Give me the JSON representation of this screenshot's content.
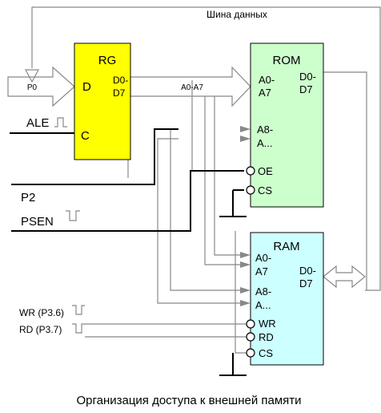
{
  "bus_title": "Шина данных",
  "rg": {
    "title": "RG",
    "d": "D",
    "c": "C",
    "out1": "D0-",
    "out2": "D7"
  },
  "rom": {
    "title": "ROM",
    "a0a": "A0-",
    "a0b": "A7",
    "d0a": "D0-",
    "d0b": "D7",
    "a8a": "A8-",
    "a8b": "A...",
    "oe": "OE",
    "cs": "CS"
  },
  "ram": {
    "title": "RAM",
    "a0a": "A0-",
    "a0b": "A7",
    "d0a": "D0-",
    "d0b": "D7",
    "a8a": "A8-",
    "a8b": "A...",
    "wr": "WR",
    "rd": "RD",
    "cs": "CS"
  },
  "signals": {
    "p0": "P0",
    "a0a7": "A0-A7",
    "ale": "ALE",
    "p2": "P2",
    "psen": "PSEN",
    "wr": "WR (P3.6)",
    "rd": "RD (P3.7)"
  },
  "caption": "Организация доступа к внешней памяти",
  "colors": {
    "rg": "#ffff00",
    "rom": "#ccffcc",
    "ram": "#ccffff",
    "gray": "#888888"
  }
}
